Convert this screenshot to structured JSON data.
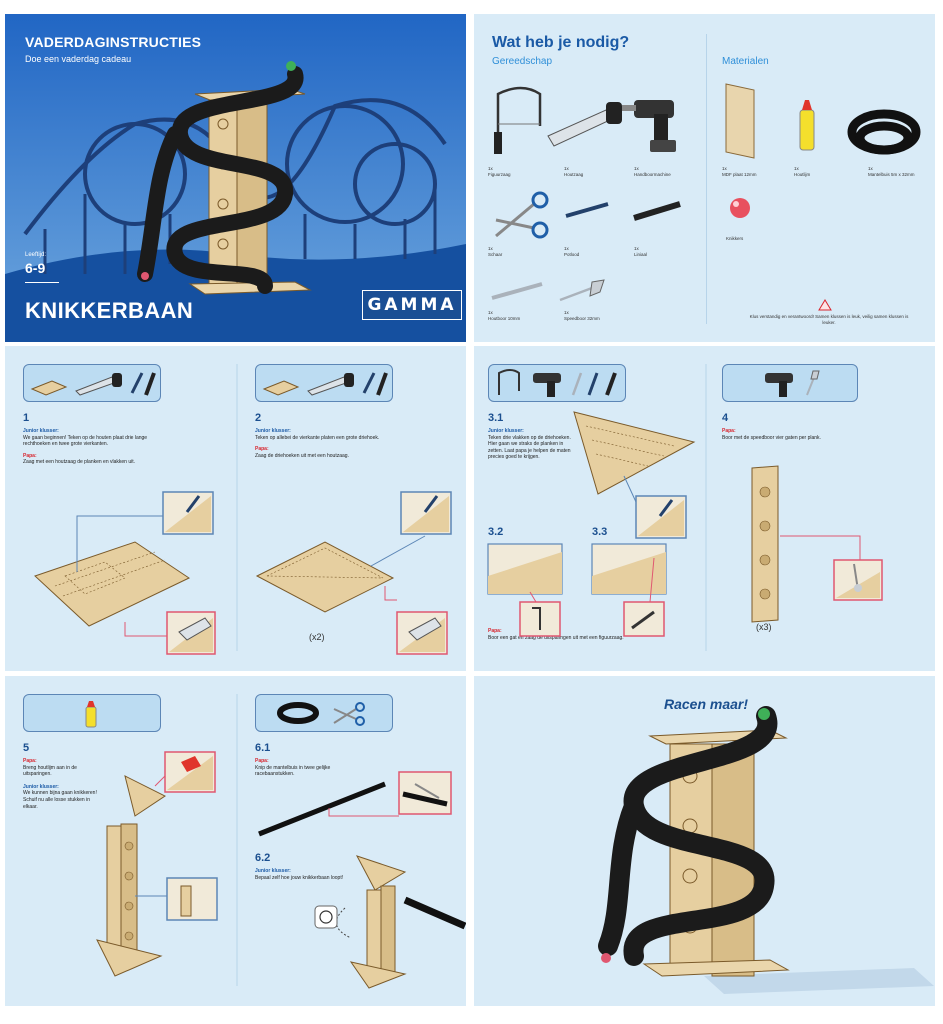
{
  "cover": {
    "series": "VADERDAGINSTRUCTIES",
    "subtitle": "Doe een vaderdag cadeau",
    "age_label": "Leeftijd:",
    "age": "6-9",
    "title": "KNIKKERBAAN",
    "brand": "GAMMA"
  },
  "needs": {
    "title": "Wat heb je nodig?",
    "tools_heading": "Gereedschap",
    "materials_heading": "Materialen",
    "tools": [
      {
        "qty": "1x",
        "name": "Figuurzaag"
      },
      {
        "qty": "1x",
        "name": "Houtzaag"
      },
      {
        "qty": "1x",
        "name": "Handboormachine"
      },
      {
        "qty": "1x",
        "name": "Schaar"
      },
      {
        "qty": "1x",
        "name": "Potlood"
      },
      {
        "qty": "1x",
        "name": "Liniaal"
      },
      {
        "qty": "1x",
        "name": "Houtboor 10mm"
      },
      {
        "qty": "1x",
        "name": "Speedboor 32mm"
      }
    ],
    "materials": [
      {
        "qty": "1x",
        "name": "MDF plaat 12mm"
      },
      {
        "qty": "1x",
        "name": "Houtlijm"
      },
      {
        "qty": "1x",
        "name": "Mantelbuis 5m x 32mm"
      },
      {
        "qty": "",
        "name": "Knikkers"
      }
    ],
    "warning": "Klus verstandig en verantwoord! Samen klussen is leuk, veilig samen klussen is leuker."
  },
  "steps": {
    "s1": {
      "num": "1",
      "junior_head": "Junior klusser:",
      "junior_text": "We gaan beginnen! Teken op de houten plaat drie lange rechthoeken en twee grote vierkanten.",
      "papa_head": "Papa:",
      "papa_text": "Zaag met een houtzaag de planken en vlakken uit."
    },
    "s2": {
      "num": "2",
      "junior_head": "Junior klusser:",
      "junior_text": "Teken op allebei de vierkante platen een grote driehoek.",
      "papa_head": "Papa:",
      "papa_text": "Zaag de driehoeken uit met een houtzaag.",
      "multiplier": "(x2)"
    },
    "s31": {
      "num": "3.1",
      "junior_head": "Junior klusser:",
      "junior_text": "Teken drie vlakken op de driehoeken. Hier gaan we straks de planken in zetten. Laat papa je helpen de maten precies goed te krijgen."
    },
    "s32": {
      "num": "3.2"
    },
    "s33": {
      "num": "3.3",
      "papa_head": "Papa:",
      "papa_text": "Boor een gat en zaag de uitsparingen uit met een figuurzaag."
    },
    "s4": {
      "num": "4",
      "papa_head": "Papa:",
      "papa_text": "Boor met de speedboor vier gaten per plank.",
      "multiplier": "(x3)"
    },
    "s5": {
      "num": "5",
      "papa_head": "Papa:",
      "papa_text": "Breng houtlijm aan in de uitsparingen.",
      "junior_head": "Junior klusser:",
      "junior_text": "We kunnen bijna gaan knikkeren! Schuif nu alle losse stukken in elkaar."
    },
    "s61": {
      "num": "6.1",
      "papa_head": "Papa:",
      "papa_text": "Knip de mantelbuis in twee gelijke racebaanstukken."
    },
    "s62": {
      "num": "6.2",
      "junior_head": "Junior klusser:",
      "junior_text": "Bepaal zelf hoe jouw knikkerbaan loopt!"
    }
  },
  "final": {
    "title": "Racen maar!"
  },
  "colors": {
    "panel": "#d9ebf7",
    "cover_blue": "#1a5fb4",
    "accent_red": "#d8262f",
    "heading_blue": "#1b5aa6",
    "wood": "#e6cfa0",
    "tube": "#1b1b1b"
  }
}
